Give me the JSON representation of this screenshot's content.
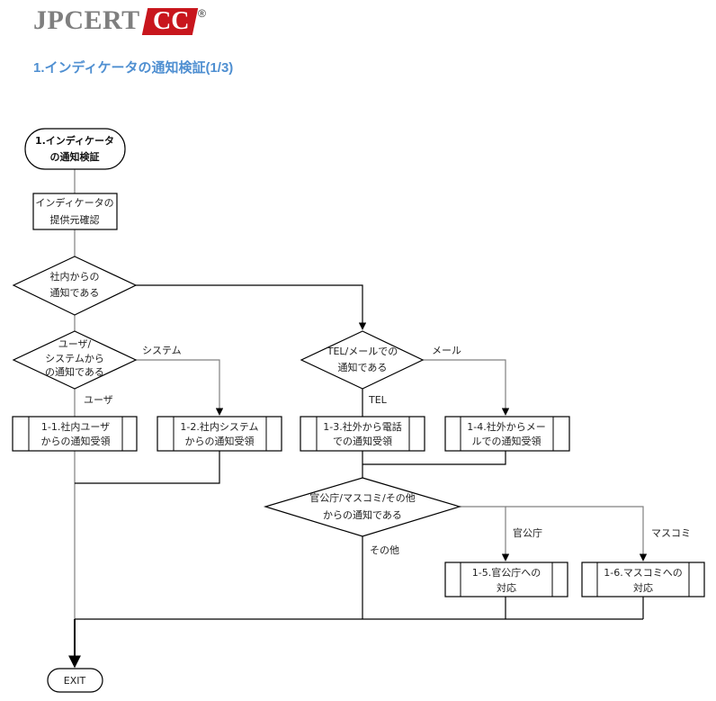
{
  "header": {
    "logo_text": "JPCERT",
    "logo_badge": "CC",
    "logo_registered": "®",
    "page_title": "1.インディケータの通知検証(1/3)"
  },
  "colors": {
    "title_blue": "#4f8fd1",
    "logo_gray": "#7f7f7f",
    "logo_red": "#c8161d",
    "line_black": "#000000",
    "line_gray": "#808080"
  },
  "flowchart": {
    "start": {
      "line1": "1.インディケータ",
      "line2": "の通知検証"
    },
    "step_confirm": {
      "line1": "インディケータの",
      "line2": "提供元確認"
    },
    "decision_internal": {
      "line1": "社内からの",
      "line2": "通知である"
    },
    "decision_user_system": {
      "line1": "ユーザ/",
      "line2": "システムから",
      "line3": "の通知である"
    },
    "decision_tel_mail": {
      "line1": "TEL/メールでの",
      "line2": "通知である"
    },
    "decision_agency": {
      "line1": "官公庁/マスコミ/その他",
      "line2": "からの通知である"
    },
    "branch_labels": {
      "system": "システム",
      "user": "ユーザ",
      "mail": "メール",
      "tel": "TEL",
      "agency": "官公庁",
      "media": "マスコミ",
      "other": "その他"
    },
    "processes": [
      {
        "id": "1-1",
        "line1": "1-1.社内ユーザ",
        "line2": "からの通知受領"
      },
      {
        "id": "1-2",
        "line1": "1-2.社内システム",
        "line2": "からの通知受領"
      },
      {
        "id": "1-3",
        "line1": "1-3.社外から電話",
        "line2": "での通知受領"
      },
      {
        "id": "1-4",
        "line1": "1-4.社外からメー",
        "line2": "ルでの通知受領"
      },
      {
        "id": "1-5",
        "line1": "1-5.官公庁への",
        "line2": "対応"
      },
      {
        "id": "1-6",
        "line1": "1-6.マスコミへの",
        "line2": "対応"
      }
    ],
    "exit": "EXIT"
  }
}
